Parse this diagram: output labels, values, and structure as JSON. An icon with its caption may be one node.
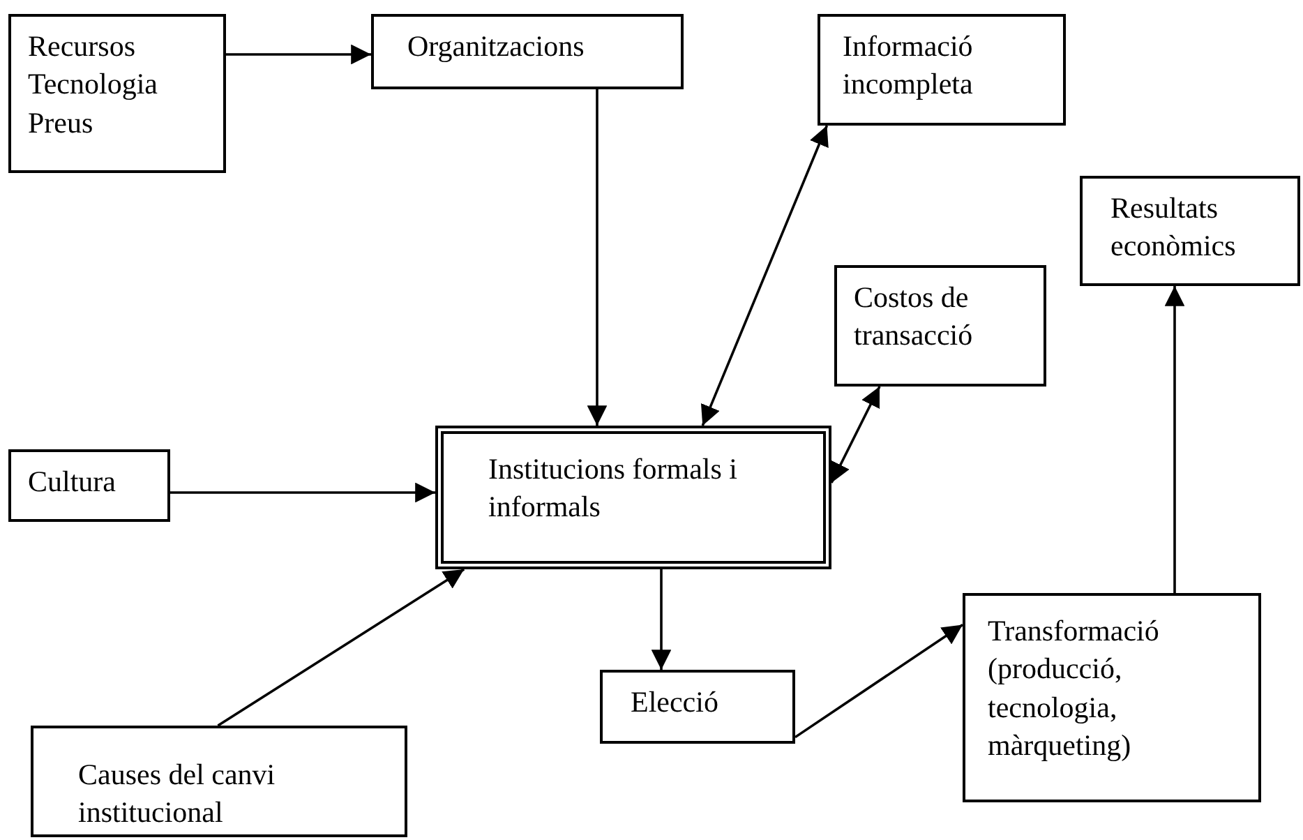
{
  "diagram": {
    "nodes": [
      {
        "text": [
          "Recursos Tecnologia Preus"
        ]
      },
      {
        "text": [
          "Organitzacions"
        ]
      },
      {
        "text": [
          "Informació incompleta"
        ]
      },
      {
        "text": [
          "Resultats econòmics"
        ]
      },
      {
        "text": [
          "Costos de transacció"
        ]
      },
      {
        "text": [
          "Cultura"
        ]
      },
      {
        "text": [
          "Institucions formals i informals"
        ]
      },
      {
        "text": [
          "Elecció"
        ]
      },
      {
        "text": [
          "Transformació (producció, tecnologia, màrqueting)"
        ]
      },
      {
        "text": [
          "Causes del canvi institucional"
        ]
      }
    ],
    "edges": [
      {
        "from": 0,
        "to": 1,
        "arrow": "to"
      },
      {
        "from": 1,
        "to": 6,
        "arrow": "to"
      },
      {
        "from": 2,
        "to": 6,
        "arrow": "both"
      },
      {
        "from": 4,
        "to": 6,
        "arrow": "both"
      },
      {
        "from": 5,
        "to": 6,
        "arrow": "to"
      },
      {
        "from": 9,
        "to": 6,
        "arrow": "to"
      },
      {
        "from": 6,
        "to": 7,
        "arrow": "to"
      },
      {
        "from": 7,
        "to": 8,
        "arrow": "to"
      },
      {
        "from": 8,
        "to": 3,
        "arrow": "to"
      }
    ]
  }
}
